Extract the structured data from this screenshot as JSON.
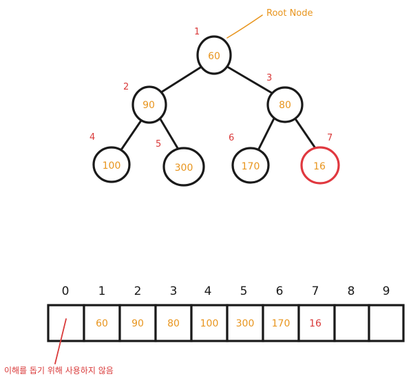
{
  "colors": {
    "stroke": "#1a1a1a",
    "value": "#e8951e",
    "index": "#d93a3a",
    "highlight": "#e0383f",
    "annotation": "#e8951e",
    "note": "#d93a3a"
  },
  "tree": {
    "root_annotation": "Root Node",
    "nodes": [
      {
        "index": "1",
        "value": "60",
        "highlight": false
      },
      {
        "index": "2",
        "value": "90",
        "highlight": false
      },
      {
        "index": "3",
        "value": "80",
        "highlight": false
      },
      {
        "index": "4",
        "value": "100",
        "highlight": false
      },
      {
        "index": "5",
        "value": "300",
        "highlight": false
      },
      {
        "index": "6",
        "value": "170",
        "highlight": false
      },
      {
        "index": "7",
        "value": "16",
        "highlight": true
      }
    ]
  },
  "array": {
    "indices": [
      "0",
      "1",
      "2",
      "3",
      "4",
      "5",
      "6",
      "7",
      "8",
      "9"
    ],
    "cells": [
      "",
      "60",
      "90",
      "80",
      "100",
      "300",
      "170",
      "16",
      "",
      ""
    ],
    "note": "이해를 돕기 위해 사용하지 않음"
  }
}
